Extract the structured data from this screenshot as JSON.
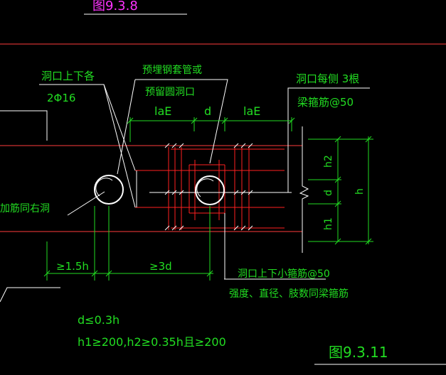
{
  "colors": {
    "background": "#000000",
    "beam_edge": "#ff3b3b",
    "rebar_red": "#ff2020",
    "dimension_green": "#22dd22",
    "text_white": "#ffffff",
    "hole_white": "#ffffff",
    "title_magenta": "#ff33ff"
  },
  "texts": {
    "fig_top": "图9.3.8",
    "label_top_bottom_bars": "洞口上下各",
    "label_2phi16": "2Φ16",
    "label_embedded_steel_pipe": "预埋钢套管或",
    "label_embedded_round_hole": "预留圆洞口",
    "label_each_side_3": "洞口每侧 3根",
    "label_stirrup_50": "梁箍筋@50",
    "dim_lae_left": "laE",
    "dim_d_top": "d",
    "dim_lae_right": "laE",
    "dim_h2": "h2",
    "dim_d_vertical": "d",
    "dim_h1": "h1",
    "dim_h": "h",
    "dim_1_5h": "≥1.5h",
    "dim_3d": "≥3d",
    "label_reinforce_same": "加筋同右洞",
    "label_small_stirrup": "洞口上下小箍筋@50",
    "label_strength_same": "强度、直径、肢数同梁箍筋",
    "note_d": "d≤0.3h",
    "note_h": "h1≥200,h2≥0.35h且≥200",
    "fig_bottom": "图9.3.11"
  }
}
